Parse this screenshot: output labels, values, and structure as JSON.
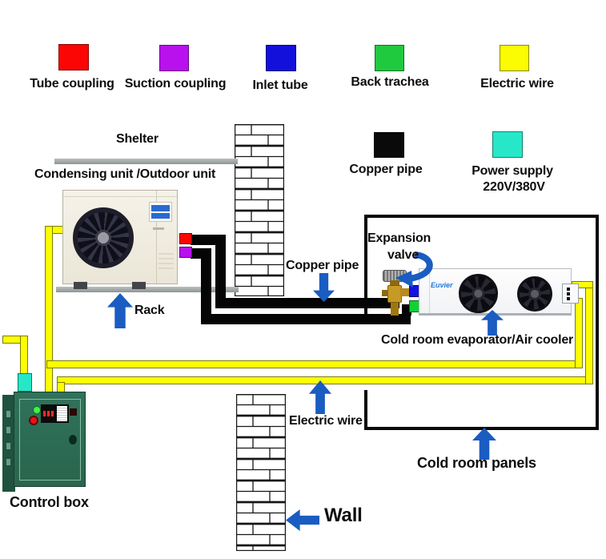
{
  "legend": {
    "row1": [
      {
        "label": "Tube coupling",
        "color": "#fb0505"
      },
      {
        "label": "Suction coupling",
        "color": "#b811ee"
      },
      {
        "label": "Inlet tube",
        "color": "#1410dc"
      },
      {
        "label": "Back trachea",
        "color": "#1fca3e"
      },
      {
        "label": "Electric wire",
        "color": "#fbfb02"
      }
    ],
    "row2": [
      {
        "label": "Copper pipe",
        "color": "#0a0a0a"
      },
      {
        "label": "Power supply",
        "label_line2": "220V/380V",
        "color": "#26e8c8"
      }
    ]
  },
  "diagram": {
    "shelter_label": "Shelter",
    "condensing_unit_label": "Condensing unit /Outdoor unit",
    "rack_label": "Rack",
    "copper_pipe_label": "Copper pipe",
    "expansion_valve_label_line1": "Expansion",
    "expansion_valve_label_line2": "valve",
    "evaporator_label": "Cold room evaporator/Air cooler",
    "evaporator_brand": "Euvier",
    "electric_wire_label": "Electric wire",
    "cold_room_panels_label": "Cold room panels",
    "wall_label": "Wall",
    "control_box_label": "Control box"
  },
  "colors": {
    "arrow_blue": "#1a5cc2",
    "wire_yellow": "#fdfd02",
    "pipe_black": "#050505",
    "rack_gray": "#9aa09f",
    "cabinet_green": "#2e6e55",
    "power_supply_cyan": "#26e8c8",
    "connector_red": "#fb0505",
    "connector_purple": "#b811ee",
    "connector_blue": "#1512e0",
    "connector_green": "#0fd234"
  }
}
